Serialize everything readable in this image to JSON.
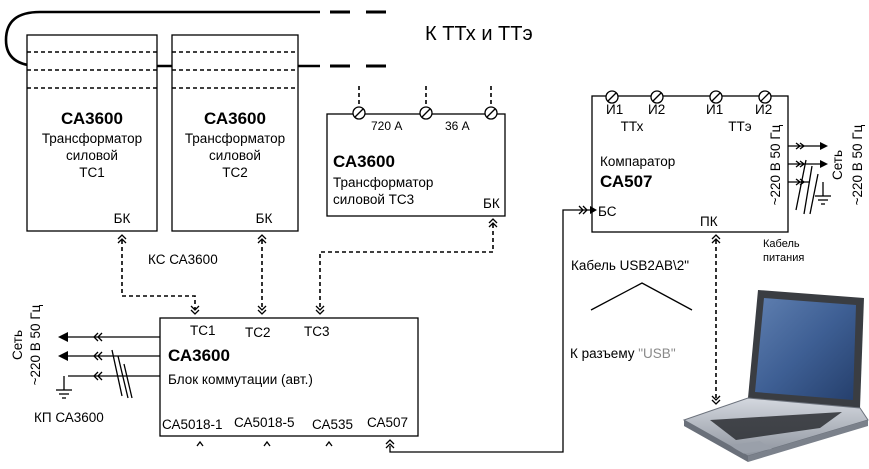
{
  "top_label": "К ТТх и ТТэ",
  "tc1": {
    "title": "СА3600",
    "l1": "Трансформатор",
    "l2": "силовой",
    "l3": "ТС1",
    "port": "БК"
  },
  "tc2": {
    "title": "СА3600",
    "l1": "Трансформатор",
    "l2": "силовой",
    "l3": "ТС2",
    "port": "БК"
  },
  "tc3": {
    "title": "СА3600",
    "l1": "Трансформатор",
    "l2": "силовой ТС3",
    "port": "БК",
    "tap1": "720 А",
    "tap2": "36 А"
  },
  "comparator": {
    "l1": "Компаратор",
    "title": "СА507",
    "port_bs": "БС",
    "port_pk": "ПК",
    "t1": "И1",
    "t2": "И2",
    "t3": "И1",
    "t4": "И2",
    "g1": "ТТх",
    "g2": "ТТэ"
  },
  "block": {
    "title": "СА3600",
    "subtitle": "Блок коммутации (авт.)",
    "in1": "ТС1",
    "in2": "ТС2",
    "in3": "ТС3",
    "out1": "СА5018-1",
    "out2": "СА5018-5",
    "out3": "СА535",
    "out4": "СА507"
  },
  "ks_label": "КС СА3600",
  "kp_label": "КП СА3600",
  "mains_left_1": "Сеть",
  "mains_left_2": "~220 В 50 Гц",
  "mains_right_1": "Сеть",
  "mains_right_2": "~220 В 50 Гц",
  "mains_right_3": "~220 В 50 Гц",
  "power_cable_1": "Кабель",
  "power_cable_2": "питания",
  "usb_cable": "Кабель USB2AB\\2\"",
  "usb_conn_prefix": "К разъему ",
  "usb_conn_name": "\"USB\"",
  "icons": [
    "terminal-screw-icon",
    "ground-icon",
    "arrow-icon",
    "plug-chevron-icon",
    "laptop-icon"
  ]
}
